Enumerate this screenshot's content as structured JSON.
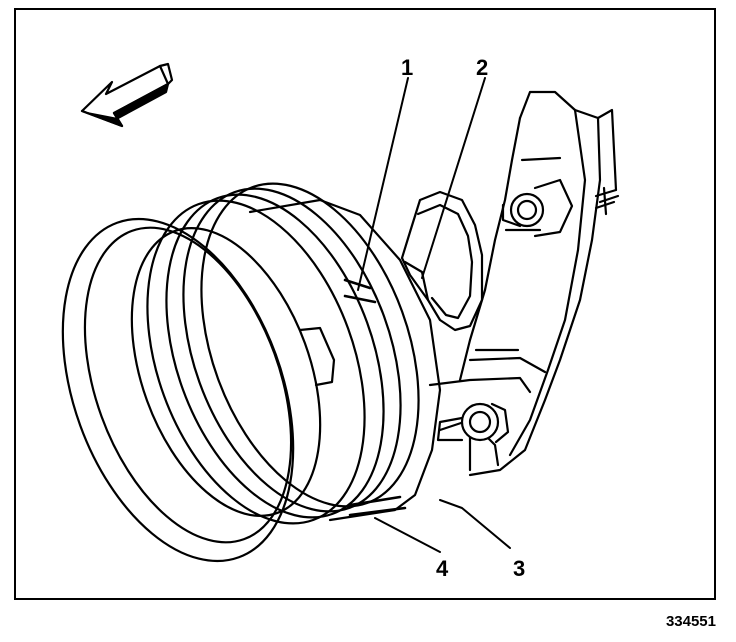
{
  "diagram": {
    "callouts": [
      {
        "id": "1",
        "label": "1"
      },
      {
        "id": "2",
        "label": "2"
      },
      {
        "id": "3",
        "label": "3"
      },
      {
        "id": "4",
        "label": "4"
      }
    ],
    "figure_number": "334551",
    "direction_arrow_icon": "arrow-left-icon",
    "colors": {
      "ink": "#000000",
      "paper": "#ffffff"
    }
  }
}
